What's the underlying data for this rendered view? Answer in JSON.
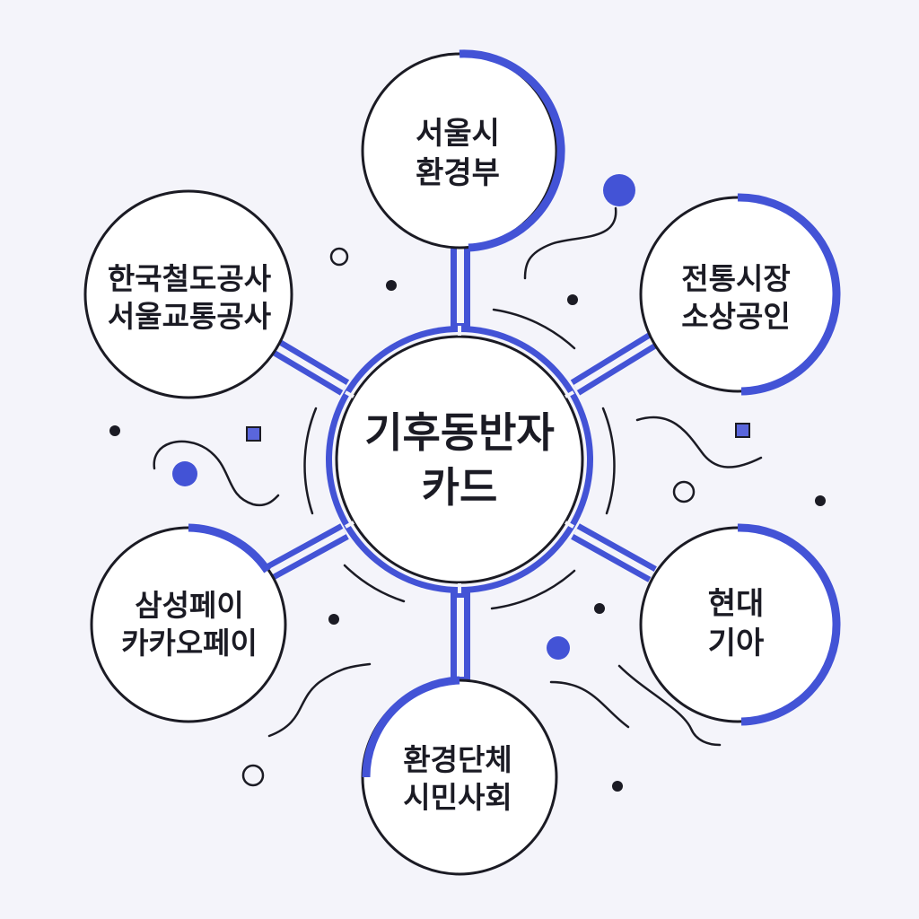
{
  "diagram": {
    "center": {
      "line1": "기후동반자",
      "line2": "카드"
    },
    "nodes": {
      "top": {
        "line1": "서울시",
        "line2": "환경부"
      },
      "ul": {
        "line1": "한국철도공사",
        "line2": "서울교통공사"
      },
      "ur": {
        "line1": "전통시장",
        "line2": "소상공인"
      },
      "ll": {
        "line1": "삼성페이",
        "line2": "카카오페이"
      },
      "lr": {
        "line1": "현대",
        "line2": "기아"
      },
      "bottom": {
        "line1": "환경단체",
        "line2": "시민사회"
      }
    }
  },
  "colors": {
    "background": "#f4f4fa",
    "accent": "#4353d6",
    "outline": "#1b1b24"
  }
}
